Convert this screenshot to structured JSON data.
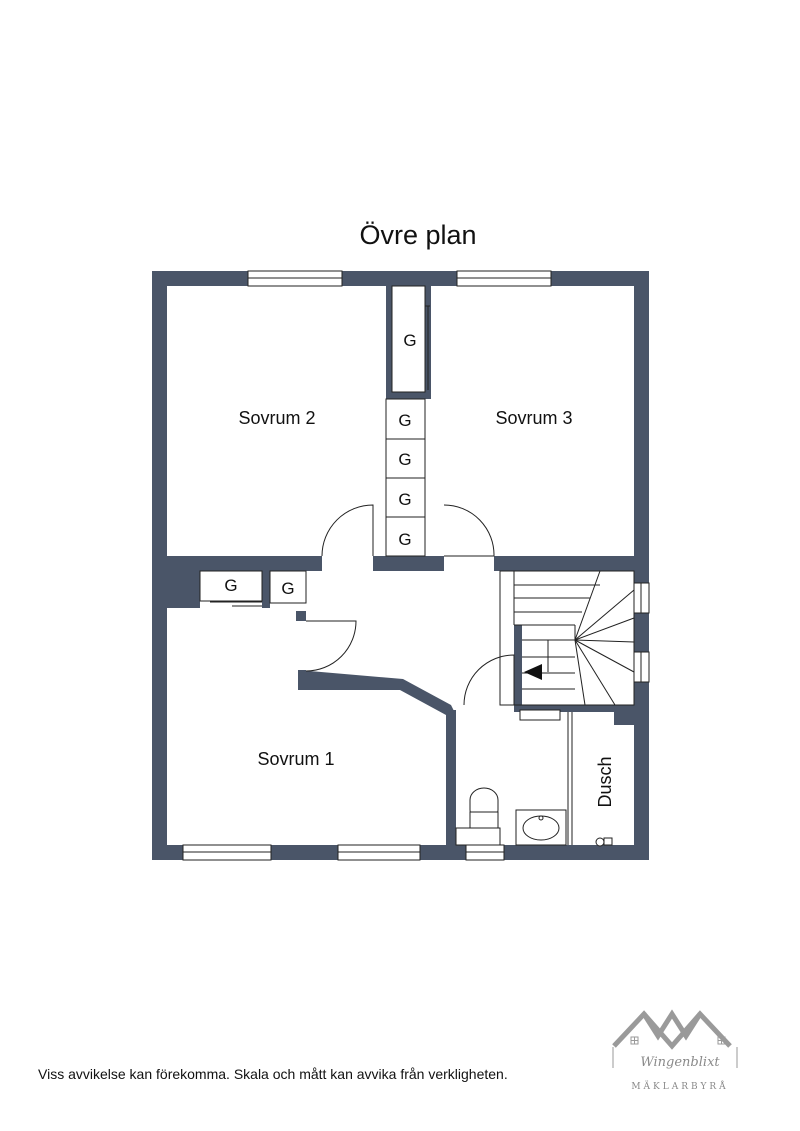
{
  "title": "Övre plan",
  "rooms": {
    "sovrum1": "Sovrum 1",
    "sovrum2": "Sovrum 2",
    "sovrum3": "Sovrum 3",
    "dusch": "Dusch"
  },
  "closet_label": "G",
  "disclaimer": "Viss avvikelse kan förekomma. Skala och mått kan avvika från verkligheten.",
  "logo": {
    "name": "Wingenblixt",
    "subtitle": "MÄKLARBYRÅ"
  },
  "colors": {
    "wall": "#4a5568",
    "line": "#222222",
    "logo": "#9a9a9a"
  }
}
